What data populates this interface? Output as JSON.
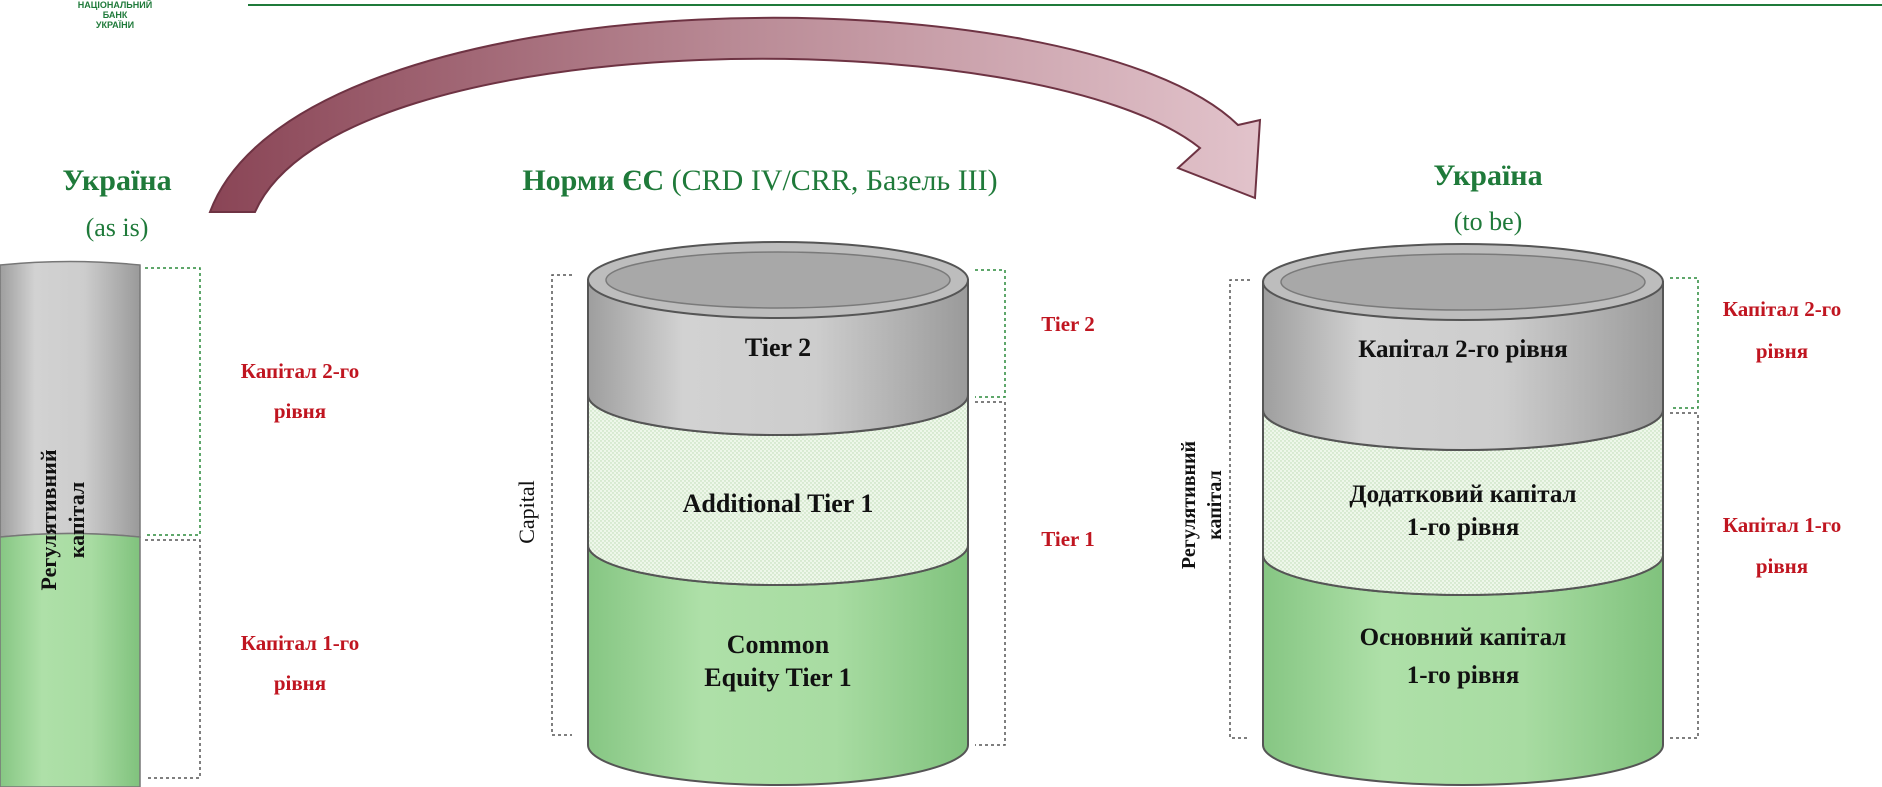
{
  "logo": {
    "line1": "НАЦІОНАЛЬНИЙ",
    "line2": "БАНК",
    "line3": "УКРАЇНИ"
  },
  "left": {
    "title": "Україна",
    "subtitle": "(as is)",
    "vertical_label_1": "Регулятивний",
    "vertical_label_2": "капітал",
    "tier2_label_1": "Капітал 2-го",
    "tier2_label_2": "рівня",
    "tier1_label_1": "Капітал 1-го",
    "tier1_label_2": "рівня"
  },
  "middle": {
    "title_bold": "Норми ЄС",
    "title_rest": " (CRD IV/CRR, Базель  ІІІ)",
    "capital_label": "Capital",
    "tier2": "Tier 2",
    "at1": "Additional Tier 1",
    "cet1_1": "Common",
    "cet1_2": "Equity Tier 1",
    "brace_tier2": "Tier 2",
    "brace_tier1": "Tier 1"
  },
  "right": {
    "title": "Україна",
    "subtitle": "(to be)",
    "vertical_label_1": "Регулятивний",
    "vertical_label_2": "капітал",
    "tier2": "Капітал 2-го рівня",
    "at1_1": "Додатковий капітал",
    "at1_2": "1-го рівня",
    "cet1_1": "Основний капітал",
    "cet1_2": "1-го рівня",
    "brace_tier2_1": "Капітал 2-го",
    "brace_tier2_2": "рівня",
    "brace_tier1_1": "Капітал 1-го",
    "brace_tier1_2": "рівня"
  },
  "colors": {
    "brand_green": "#1f7a3a",
    "label_red": "#c01520",
    "tier2_grey": "#c9c9c9",
    "at1_green": "#e4f1df",
    "cet1_green": "#a9dca4",
    "arrow_fill": "#b8828f"
  }
}
